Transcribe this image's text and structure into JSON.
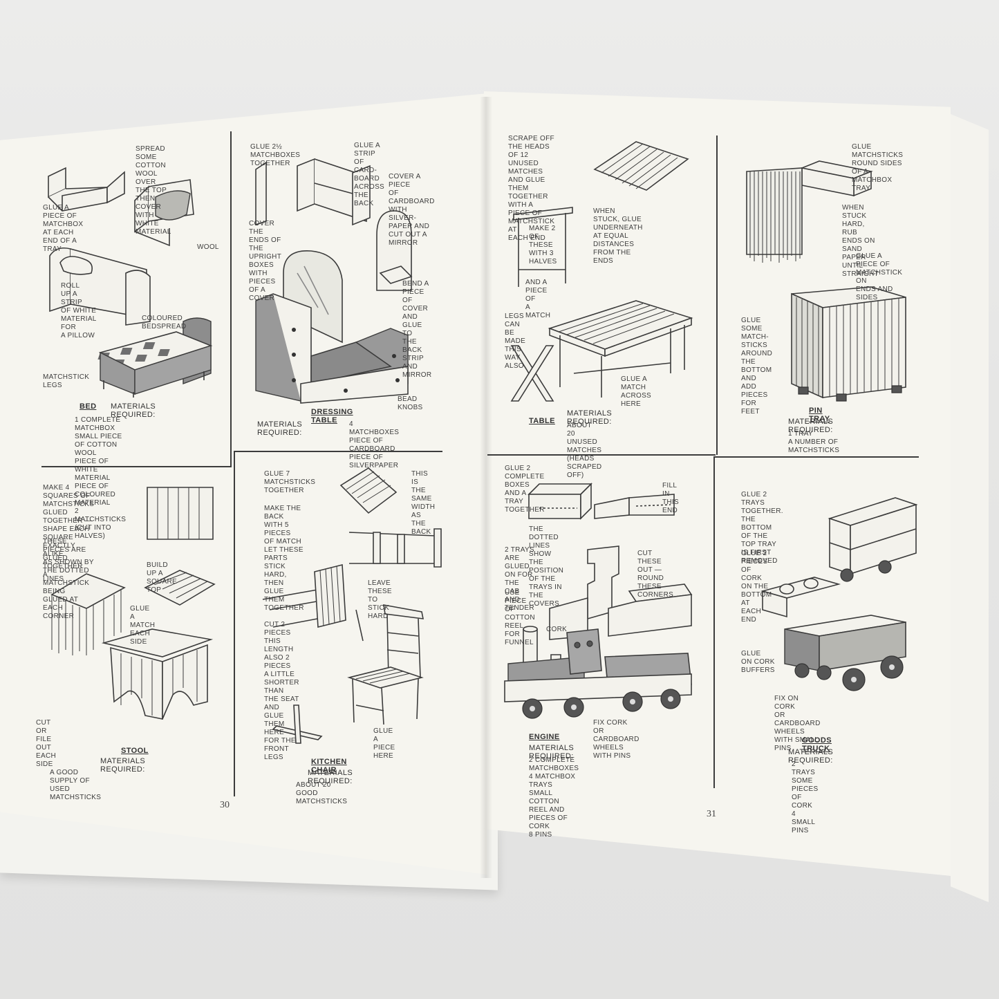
{
  "left_page": {
    "page_number": "30",
    "bed": {
      "caption_spread": "SPREAD SOME COTTON\nWOOL OVER THE TOP\nTHEN COVER\nWITH\nWHITE\nMATERIAL",
      "caption_glue": "GLUE A\nPIECE OF\nMATCHBOX AT EACH\nEND OF A TRAY",
      "caption_wool": "WOOL",
      "caption_roll": "ROLL\nUP A STRIP\nOF WHITE\nMATERIAL FOR\nA PILLOW",
      "caption_bedspread": "COLOURED\nBEDSPREAD",
      "caption_legs": "MATCHSTICK\nLEGS",
      "title": "BED",
      "materials_label": "MATERIALS REQUIRED:",
      "materials": "1 COMPLETE MATCHBOX\nSMALL PIECE OF COTTON WOOL\nPIECE OF WHITE MATERIAL\nPIECE OF COLOURED MATERIAL\n2 MATCHSTICKS (CUT INTO HALVES)"
    },
    "dressing_table": {
      "caption_glue_boxes": "GLUE 2½\nMATCHBOXES\nTOGETHER",
      "caption_strip": "GLUE A STRIP OF CARD-\nBOARD ACROSS THE\nBACK",
      "caption_cover": "COVER A PIECE\nOF CARDBOARD\nWITH SILVER-\nPAPER AND\nCUT OUT A\nMIRROR",
      "caption_ends": "COVER\nTHE\nENDS OF THE\nUPRIGHT\nBOXES\nWITH\nPIECES\nOF A\nCOVER",
      "caption_bend": "BEND A\nPIECE OF\nCOVER AND\nGLUE TO\nTHE BACK\nSTRIP AND\nMIRROR",
      "caption_knobs": "BEAD KNOBS",
      "title": "DRESSING TABLE",
      "materials_label": "MATERIALS REQUIRED:",
      "materials": "4 MATCHBOXES\nPIECE OF CARDBOARD\nPIECE OF SILVERPAPER"
    },
    "stool": {
      "caption_squares": "MAKE 4 SQUARES OF\nMATCHSTICKS GLUED\nTOGETHER — SHAPE EACH\nSQUARE EXACTLY ALIKE\nAS SHOWN BY THE DOTTED\nLINES",
      "caption_pieces": "THESE PIECES ARE\nGLUED TOGETHER\nA MATCHSTICK\nBEING GLUED AT\nEACH CORNER",
      "caption_build": "BUILD UP A SQUARE\nTOP",
      "caption_glue_match": "GLUE A MATCH\nEACH SIDE",
      "caption_cut": "CUT OR FILE\nOUT EACH SIDE",
      "title": "STOOL",
      "materials_label": "MATERIALS REQUIRED:",
      "materials": "A GOOD SUPPLY OF USED MATCHSTICKS"
    },
    "kitchen_chair": {
      "caption_glue7": "GLUE 7\nMATCHSTICKS\nTOGETHER",
      "caption_same_width": "THIS IS\nTHE SAME\nWIDTH AS\nTHE BACK",
      "caption_back": "MAKE THE BACK\nWITH 5 PIECES\nOF MATCH\nLET THESE PARTS\nSTICK HARD,\nTHEN GLUE\nTHEM TOGETHER",
      "caption_leave": "LEAVE THESE\nTO STICK HARD",
      "caption_cut2": "CUT 2\nPIECES\nTHIS LENGTH\nALSO 2 PIECES\nA LITTLE SHORTER\nTHAN THE SEAT\nAND GLUE THEM\nHERE FOR THE\nFRONT LEGS",
      "caption_glue_piece": "GLUE A\nPIECE HERE",
      "title": "KITCHEN CHAIR",
      "materials_label": "MATERIALS REQUIRED:",
      "materials": "ABOUT 20 GOOD MATCHSTICKS"
    }
  },
  "right_page": {
    "page_number": "31",
    "table": {
      "caption_scrape": "SCRAPE OFF THE HEADS\nOF 12 UNUSED\nMATCHES AND GLUE\nTHEM TOGETHER\nWITH A PIECE OF\nMATCHSTICK AT\nEACH END",
      "caption_when_stuck": "WHEN STUCK, GLUE\nUNDERNEATH\nAT EQUAL DISTANCES\nFROM THE ENDS",
      "caption_make2": "MAKE 2\nOF THESE\nWITH 3\nHALVES",
      "caption_and_piece": "AND A\nPIECE OF\nA MATCH",
      "caption_legs": "LEGS CAN\nBE MADE\nTHIS WAY\nALSO",
      "caption_across": "GLUE A MATCH\nACROSS HERE",
      "title": "TABLE",
      "materials_label": "MATERIALS REQUIRED:",
      "materials": "ABOUT 20 UNUSED MATCHES\n(HEADS SCRAPED OFF)"
    },
    "pin_tray": {
      "caption_round": "GLUE MATCHSTICKS\nROUND SIDES OF A\nMATCHBOX TRAY",
      "caption_rub": "WHEN STUCK HARD,\nRUB ENDS ON SAND\nPAPER UNTIL\nSTRAIGHT",
      "caption_glue_piece": "GLUE A PIECE OF\nMATCHSTICK ON\nENDS AND SIDES",
      "caption_feet": "GLUE SOME\nMATCH-\nSTICKS\nAROUND THE\nBOTTOM\nAND ADD\nPIECES\nFOR FEET",
      "title": "PIN TRAY",
      "materials_label": "MATERIALS REQUIRED:",
      "materials": "1 TRAY\nA NUMBER OF MATCHSTICKS"
    },
    "engine": {
      "caption_glue2": "GLUE 2 COMPLETE BOXES AND A TRAY\nTOGETHER",
      "caption_fill": "FILL IN\nTHIS END",
      "caption_dotted": "THE DOTTED LINES SHOW THE POSITION\nOF THE TRAYS IN THE COVERS",
      "caption_cab": "2 TRAYS\nARE\nGLUED ON FOR\nTHE CAB AND\nTENDER",
      "caption_cut_round": "CUT THESE\nOUT — ROUND\nTHESE CORNERS",
      "caption_funnel": "USE PIECE\nOF\nCOTTON\nREEL FOR\nFUNNEL",
      "caption_cork": "CORK",
      "caption_wheels": "FIX CORK OR CARDBOARD\nWHEELS WITH PINS",
      "title": "ENGINE",
      "materials_label": "MATERIALS REQUIRED:",
      "materials": "2 COMPLETE MATCHBOXES\n4 MATCHBOX TRAYS\nSMALL COTTON REEL AND PIECES OF CORK\n8 PINS"
    },
    "goods_truck": {
      "caption_glue2": "GLUE 2 TRAYS\nTOGETHER. THE\nBOTTOM OF THE\nTOP TRAY IS FIRST\nREMOVED",
      "caption_cork": "GLUE 2 PIECES\nOF CORK ON THE\nBOTTOM AT EACH\nEND",
      "caption_buffers": "GLUE\nON CORK\nBUFFERS",
      "caption_wheels": "FIX ON CORK\nOR CARDBOARD\nWHEELS WITH SMALL PINS",
      "title": "GOODS TRUCK",
      "materials_label": "MATERIALS REQUIRED:",
      "materials": "2 TRAYS\nSOME PIECES OF CORK\n4 SMALL PINS"
    }
  }
}
